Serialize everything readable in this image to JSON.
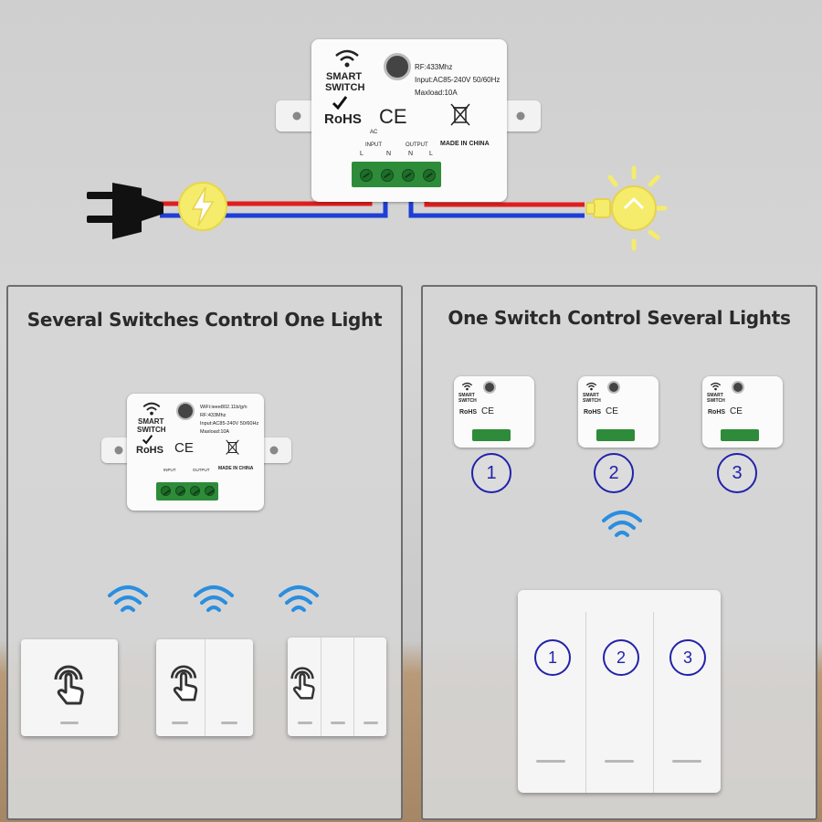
{
  "module_labels": {
    "brand_line1": "SMART",
    "brand_line2": "SWITCH",
    "rohs": "RoHS",
    "ce": "CE",
    "rf": "RF:433Mhz",
    "input_spec": "Input:AC85-240V 50/60Hz",
    "maxload": "Maxload:10A",
    "ac": "AC",
    "input": "INPUT",
    "output": "OUTPUT",
    "made_in": "MADE IN CHINA",
    "term_l": "L",
    "term_n": "N",
    "wifi_spec": "WiFi:ieee802.11b/g/n"
  },
  "panel_left": {
    "title": "Several Switches Control One Light"
  },
  "panel_right": {
    "title": "One Switch Control Several Lights",
    "module_numbers": [
      "1",
      "2",
      "3"
    ],
    "gang_numbers": [
      "1",
      "2",
      "3"
    ]
  },
  "colors": {
    "live_wire": "#e01e1e",
    "neutral_wire": "#1e3fd6",
    "bulb": "#f4ec6a",
    "number_accent": "#2222aa",
    "wifi_blue": "#2a8ee0"
  },
  "icons": [
    "power-plug-icon",
    "lightning-bolt-icon",
    "light-bulb-icon",
    "wifi-icon",
    "touch-hand-icon",
    "weee-bin-icon"
  ]
}
